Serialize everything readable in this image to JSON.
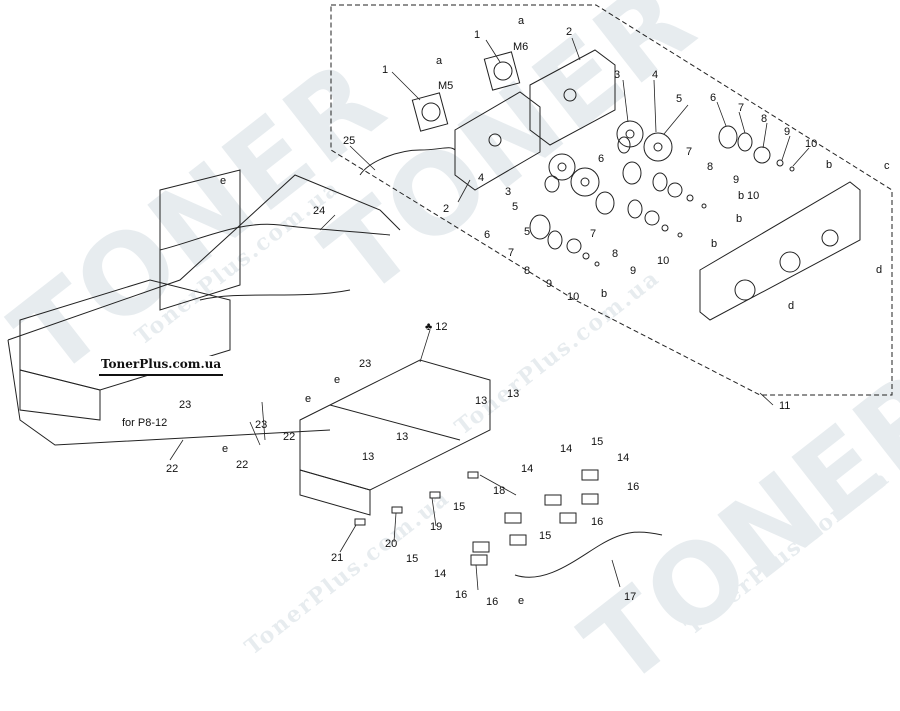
{
  "watermark": {
    "big_text": "TONER",
    "small_text": "TonerPlus.com.ua"
  },
  "brand_label": "TonerPlus.com.ua",
  "reference_note": "for P8-12",
  "callouts": [
    {
      "id": "c1a",
      "text": "1"
    },
    {
      "id": "c1b",
      "text": "1"
    },
    {
      "id": "ca1",
      "text": "a"
    },
    {
      "id": "cm6",
      "text": "M6"
    },
    {
      "id": "ca2",
      "text": "a"
    },
    {
      "id": "cm5",
      "text": "M5"
    },
    {
      "id": "c2a",
      "text": "2"
    },
    {
      "id": "c2b",
      "text": "2"
    },
    {
      "id": "c3a",
      "text": "3"
    },
    {
      "id": "c3b",
      "text": "3"
    },
    {
      "id": "c4a",
      "text": "4"
    },
    {
      "id": "c4b",
      "text": "4"
    },
    {
      "id": "c5a",
      "text": "5"
    },
    {
      "id": "c5b",
      "text": "5"
    },
    {
      "id": "c5c",
      "text": "5"
    },
    {
      "id": "c6a",
      "text": "6"
    },
    {
      "id": "c6b",
      "text": "6"
    },
    {
      "id": "c6c",
      "text": "6"
    },
    {
      "id": "c7a",
      "text": "7"
    },
    {
      "id": "c7b",
      "text": "7"
    },
    {
      "id": "c7c",
      "text": "7"
    },
    {
      "id": "c7d",
      "text": "7"
    },
    {
      "id": "c8a",
      "text": "8"
    },
    {
      "id": "c8b",
      "text": "8"
    },
    {
      "id": "c8c",
      "text": "8"
    },
    {
      "id": "c8d",
      "text": "8"
    },
    {
      "id": "c9a",
      "text": "9"
    },
    {
      "id": "c9b",
      "text": "9"
    },
    {
      "id": "c9c",
      "text": "9"
    },
    {
      "id": "c9d",
      "text": "9"
    },
    {
      "id": "c10a",
      "text": "10"
    },
    {
      "id": "c10b",
      "text": "10"
    },
    {
      "id": "c10c",
      "text": "10"
    },
    {
      "id": "c10d",
      "text": "10"
    },
    {
      "id": "cba",
      "text": "b"
    },
    {
      "id": "cbb",
      "text": "b"
    },
    {
      "id": "cbc",
      "text": "b"
    },
    {
      "id": "cbd",
      "text": "b"
    },
    {
      "id": "cbe",
      "text": "b"
    },
    {
      "id": "cc",
      "text": "c"
    },
    {
      "id": "cda",
      "text": "d"
    },
    {
      "id": "cdb",
      "text": "d"
    },
    {
      "id": "c11",
      "text": "11"
    },
    {
      "id": "c12",
      "text": "♣ 12"
    },
    {
      "id": "c13a",
      "text": "13"
    },
    {
      "id": "c13b",
      "text": "13"
    },
    {
      "id": "c13c",
      "text": "13"
    },
    {
      "id": "c13d",
      "text": "13"
    },
    {
      "id": "c14a",
      "text": "14"
    },
    {
      "id": "c14b",
      "text": "14"
    },
    {
      "id": "c14c",
      "text": "14"
    },
    {
      "id": "c14d",
      "text": "14"
    },
    {
      "id": "c15a",
      "text": "15"
    },
    {
      "id": "c15b",
      "text": "15"
    },
    {
      "id": "c15c",
      "text": "15"
    },
    {
      "id": "c15d",
      "text": "15"
    },
    {
      "id": "c16a",
      "text": "16"
    },
    {
      "id": "c16b",
      "text": "16"
    },
    {
      "id": "c16c",
      "text": "16"
    },
    {
      "id": "c16d",
      "text": "16"
    },
    {
      "id": "c17",
      "text": "17"
    },
    {
      "id": "c18",
      "text": "18"
    },
    {
      "id": "c19",
      "text": "19"
    },
    {
      "id": "c20",
      "text": "20"
    },
    {
      "id": "c21",
      "text": "21"
    },
    {
      "id": "c22a",
      "text": "22"
    },
    {
      "id": "c22b",
      "text": "22"
    },
    {
      "id": "c22c",
      "text": "22"
    },
    {
      "id": "c23a",
      "text": "23"
    },
    {
      "id": "c23b",
      "text": "23"
    },
    {
      "id": "c23c",
      "text": "23"
    },
    {
      "id": "c24",
      "text": "24"
    },
    {
      "id": "c25",
      "text": "25"
    },
    {
      "id": "cea",
      "text": "e"
    },
    {
      "id": "ceb",
      "text": "e"
    },
    {
      "id": "cec",
      "text": "e"
    },
    {
      "id": "ced",
      "text": "e"
    },
    {
      "id": "cee",
      "text": "e"
    }
  ]
}
